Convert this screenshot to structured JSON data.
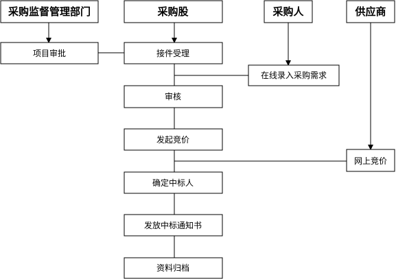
{
  "headers": {
    "supervision": "采购监督管理部门",
    "purchasing_section": "采购股",
    "purchaser": "采购人",
    "supplier": "供应商"
  },
  "nodes": {
    "project_approval": "项目审批",
    "accept_handle": "接件受理",
    "online_entry": "在线录入采购需求",
    "review": "审核",
    "launch_bidding": "发起竞价",
    "online_bidding": "网上竞价",
    "determine_winner": "确定中标人",
    "issue_notice": "发放中标通知书",
    "archive": "资料归档"
  }
}
